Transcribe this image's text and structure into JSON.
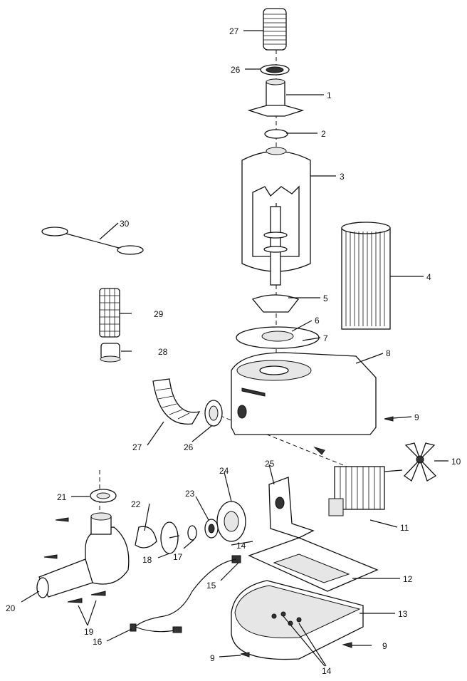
{
  "callouts": [
    {
      "id": "1",
      "text": "1"
    },
    {
      "id": "2",
      "text": "2"
    },
    {
      "id": "3",
      "text": "3"
    },
    {
      "id": "4",
      "text": "4"
    },
    {
      "id": "5",
      "text": "5"
    },
    {
      "id": "6",
      "text": "6"
    },
    {
      "id": "7",
      "text": "7"
    },
    {
      "id": "8",
      "text": "8"
    },
    {
      "id": "9a",
      "text": "9"
    },
    {
      "id": "9b",
      "text": "9"
    },
    {
      "id": "9c",
      "text": "9"
    },
    {
      "id": "10",
      "text": "10"
    },
    {
      "id": "11",
      "text": "11"
    },
    {
      "id": "12",
      "text": "12"
    },
    {
      "id": "13",
      "text": "13"
    },
    {
      "id": "14a",
      "text": "14"
    },
    {
      "id": "14b",
      "text": "14"
    },
    {
      "id": "15",
      "text": "15"
    },
    {
      "id": "16",
      "text": "16"
    },
    {
      "id": "17",
      "text": "17"
    },
    {
      "id": "18",
      "text": "18"
    },
    {
      "id": "19",
      "text": "19"
    },
    {
      "id": "20",
      "text": "20"
    },
    {
      "id": "21",
      "text": "21"
    },
    {
      "id": "22",
      "text": "22"
    },
    {
      "id": "23",
      "text": "23"
    },
    {
      "id": "24",
      "text": "24"
    },
    {
      "id": "25",
      "text": "25"
    },
    {
      "id": "26a",
      "text": "26"
    },
    {
      "id": "26b",
      "text": "26"
    },
    {
      "id": "27a",
      "text": "27"
    },
    {
      "id": "27b",
      "text": "27"
    },
    {
      "id": "28",
      "text": "28"
    },
    {
      "id": "29",
      "text": "29"
    },
    {
      "id": "30",
      "text": "30"
    }
  ]
}
